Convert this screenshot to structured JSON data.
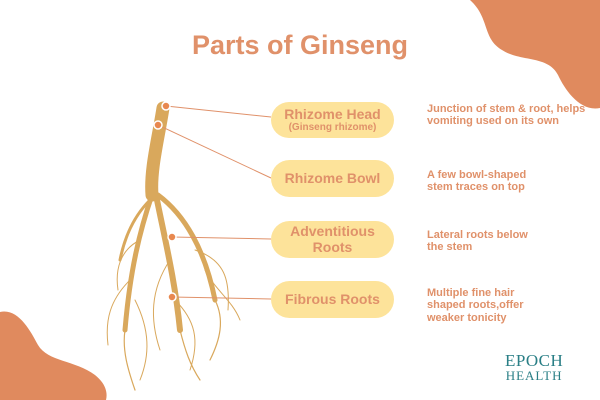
{
  "title": "Parts of Ginseng",
  "parts": [
    {
      "label": "Rhizome Head",
      "sublabel": "(Ginseng rhizome)",
      "description": "Junction of stem & root, helps vomiting used on its own"
    },
    {
      "label": "Rhizome Bowl",
      "description": "A few bowl-shaped stem traces on top"
    },
    {
      "label": "Adventitious Roots",
      "description": "Lateral roots below the stem"
    },
    {
      "label": "Fibrous Roots",
      "description": "Multiple fine hair shaped roots,offer weaker tonicity"
    }
  ],
  "logo": {
    "line1": "EPOCH",
    "line2": "HEALTH"
  },
  "colors": {
    "accent": "#e0916a",
    "pill": "#fde39a",
    "blob": "#e08a5e",
    "logo": "#2a7f86"
  }
}
